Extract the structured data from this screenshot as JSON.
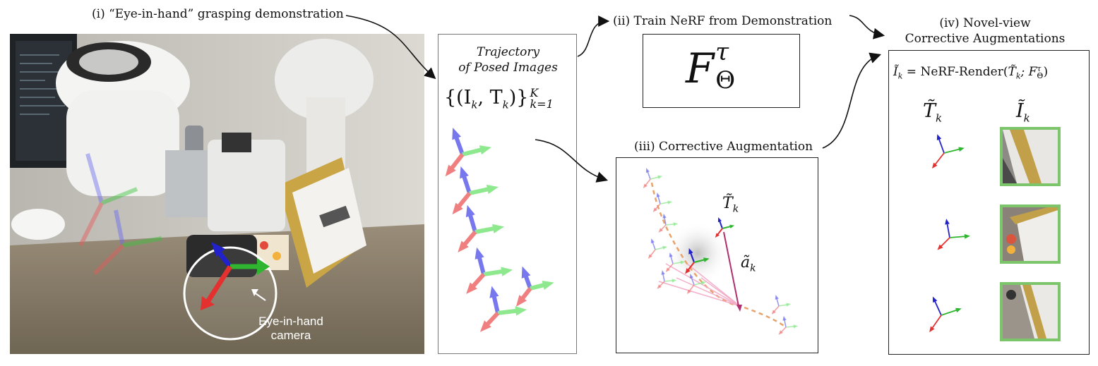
{
  "panel_i": {
    "title": "(i) “Eye-in-hand” grasping demonstration",
    "camera_label_line1": "Eye-in-hand",
    "camera_label_line2": "camera"
  },
  "trajectory": {
    "title_line1": "Trajectory",
    "title_line2": "of Posed Images",
    "formula_main": "{(I",
    "formula_k1": "k",
    "formula_mid": ", T",
    "formula_k2": "k",
    "formula_end": ")}",
    "formula_sup": "K",
    "formula_sub": "k=1"
  },
  "panel_ii": {
    "title": "(ii) Train NeRF from Demonstration",
    "symbol_F": "F",
    "symbol_tau": "τ",
    "symbol_theta": "Θ"
  },
  "panel_iii": {
    "title": "(iii) Corrective Augmentation",
    "pose_label": "T̃",
    "pose_sub": "k",
    "action_label": "ã",
    "action_sub": "k"
  },
  "panel_iv": {
    "title_line1": "(iv) Novel-view",
    "title_line2": "Corrective Augmentations",
    "eq_lhs": "Ĩ",
    "eq_lhs_sub": "k",
    "eq_rhs": " = NeRF-Render(",
    "eq_T": "T̃",
    "eq_T_sub": "k",
    "eq_sep": "; F",
    "eq_F_sup": "τ",
    "eq_F_sub": "Θ",
    "eq_close": ")",
    "col_T": "T̃",
    "col_T_sub": "k",
    "col_I": "Ĩ",
    "col_I_sub": "k"
  },
  "colors": {
    "axis_red": "#e53030",
    "axis_green": "#2fb52f",
    "axis_blue": "#2222cc",
    "traj_red": "#f08080",
    "traj_green": "#8ee88e",
    "traj_blue": "#7777ee",
    "thumb_border": "#7dc56a"
  }
}
